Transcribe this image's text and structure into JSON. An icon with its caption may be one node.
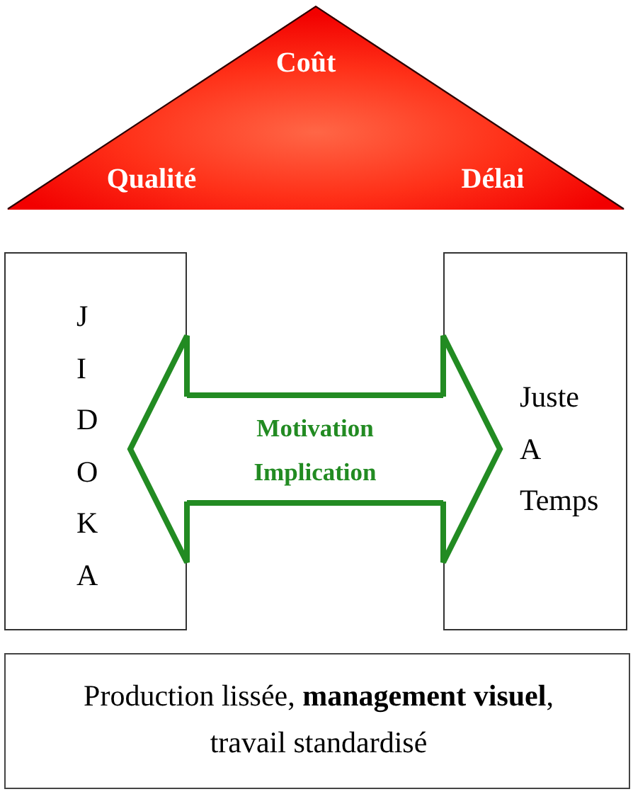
{
  "diagram": {
    "nodes": [
      {
        "text": [
          "Coût",
          "Qualité",
          "Délai"
        ]
      },
      {
        "text": [
          "J I D O K A"
        ]
      },
      {
        "text": [
          "Juste A Temps"
        ]
      },
      {
        "text": [
          "Production lissée, **management visuel**, travail standardisé"
        ]
      }
    ],
    "edges": [
      {
        "from": 1,
        "to": 2,
        "arrow": "both",
        "label": "Motivation Implication",
        "color": "#228b22"
      }
    ]
  }
}
